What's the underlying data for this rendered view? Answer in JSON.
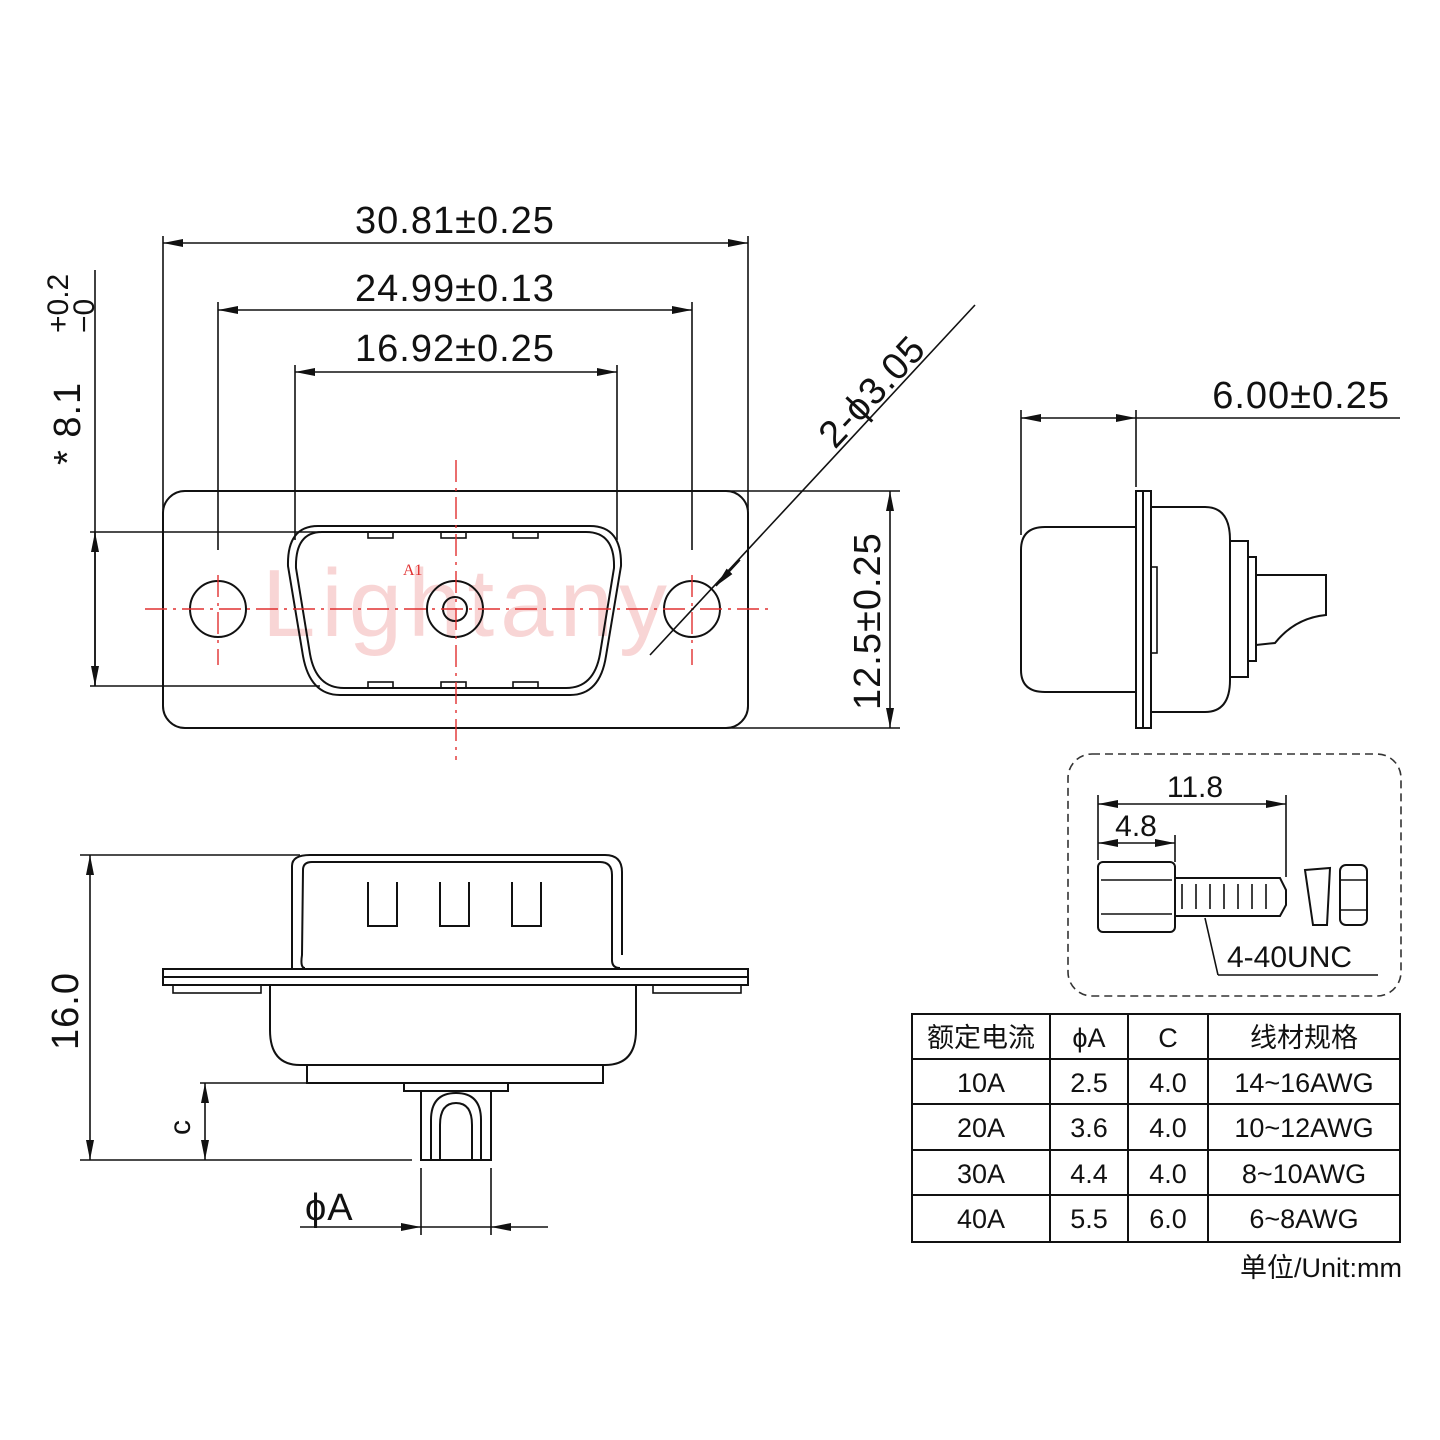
{
  "front_view": {
    "overall_width": "30.81±0.25",
    "mount_hole_spacing": "24.99±0.13",
    "shell_width": "16.92±0.25",
    "mount_hole_diameter": "2-ϕ3.05",
    "flange_height": "12.5±0.25",
    "shell_height": "* 8.1",
    "shell_height_tol_upper": "+0.2",
    "shell_height_tol_lower": "−0",
    "pin_label": "A1",
    "watermark": "Lightany"
  },
  "side_view": {
    "mating_depth": "6.00±0.25"
  },
  "bottom_view": {
    "total_height": "16.0",
    "pin_length_label": "c",
    "pin_diameter_label": "ϕA"
  },
  "hardware_detail": {
    "overall_length": "11.8",
    "hex_length": "4.8",
    "thread_spec": "4-40UNC"
  },
  "spec_table": {
    "headers": [
      "额定电流",
      "ϕA",
      "C",
      "线材规格"
    ],
    "rows": [
      [
        "10A",
        "2.5",
        "4.0",
        "14~16AWG"
      ],
      [
        "20A",
        "3.6",
        "4.0",
        "10~12AWG"
      ],
      [
        "30A",
        "4.4",
        "4.0",
        "8~10AWG"
      ],
      [
        "40A",
        "5.5",
        "6.0",
        "6~8AWG"
      ]
    ],
    "unit_note": "单位/Unit:mm"
  },
  "colors": {
    "line": "#111111",
    "centerline": "#e03030",
    "watermark": "#f6c8c8"
  }
}
